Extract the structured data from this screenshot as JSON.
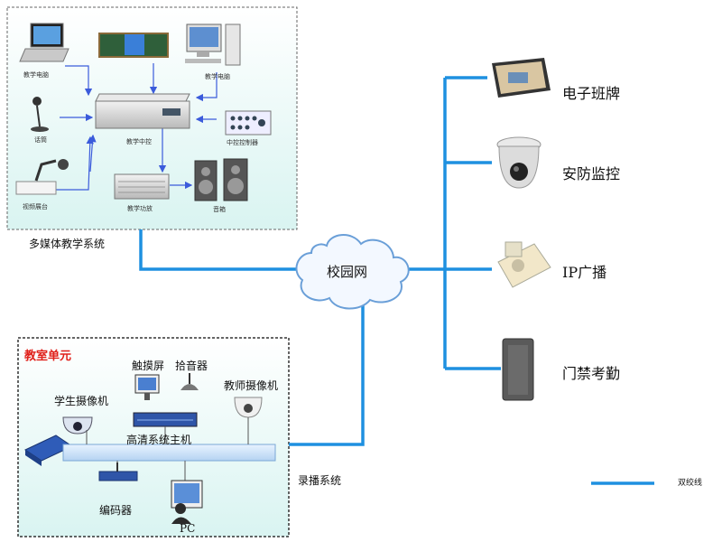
{
  "multimedia_system": {
    "title": "多媒体教学系统",
    "labels": {
      "teacher_pc_left": "教学电脑",
      "teacher_pc_right": "教学电脑",
      "mic": "话筒",
      "visualizer": "视频展台",
      "central_controller": "教学中控",
      "control_panel": "中控控制器",
      "amplifier": "教学功放",
      "speakers": "音箱"
    }
  },
  "network": {
    "label": "校园网"
  },
  "right_devices": [
    {
      "label": "电子班牌",
      "icon": "digital-sign-icon"
    },
    {
      "label": "安防监控",
      "icon": "dome-camera-icon"
    },
    {
      "label": "IP广播",
      "icon": "ip-speaker-icon"
    },
    {
      "label": "门禁考勤",
      "icon": "access-reader-icon"
    }
  ],
  "classroom": {
    "title": "教室单元",
    "labels": {
      "touch_screen": "触摸屏",
      "pickup_mic": "拾音器",
      "student_camera": "学生摄像机",
      "teacher_camera": "教师摄像机",
      "hd_host": "高清系统主机",
      "encoder": "编码器",
      "pc": "PC"
    }
  },
  "recording_system": {
    "label": "录播系统"
  },
  "legend": {
    "label": "双绞线",
    "color": "#1e90e0"
  },
  "colors": {
    "line": "#1e90e0",
    "panel": "#dff6f4",
    "border": "#555555",
    "title_red": "#e0201a"
  }
}
